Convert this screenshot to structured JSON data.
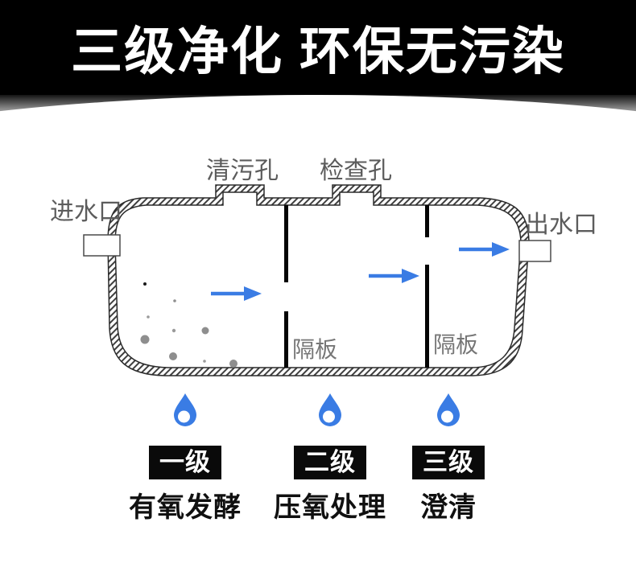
{
  "header": {
    "title": "三级净化 环保无污染"
  },
  "diagram": {
    "inlet_label": "进水口",
    "clean_port_label": "清污孔",
    "inspect_port_label": "检查孔",
    "outlet_label": "出水口",
    "baffle1_label": "隔板",
    "baffle2_label": "隔板"
  },
  "stages": [
    {
      "badge": "一级",
      "label": "有氧发酵"
    },
    {
      "badge": "二级",
      "label": "压氧处理"
    },
    {
      "badge": "三级",
      "label": "澄清"
    }
  ],
  "colors": {
    "arrow_blue": "#3a7ce4",
    "drop_blue": "#3a7ce4",
    "badge_bg": "#0a0a0a",
    "header_bg": "#000000"
  }
}
